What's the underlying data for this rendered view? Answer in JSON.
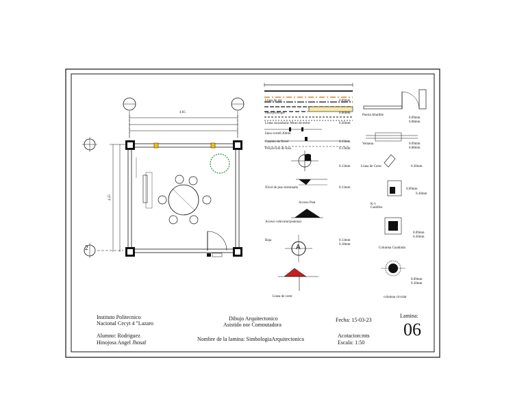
{
  "title_block": {
    "institute_line1": "Instituto Politecnico",
    "institute_line2": "Nacional Cecyt 4 \"Lazaro",
    "subject_line1": "Dibujo Arquitectonico",
    "subject_line2": "Asistido por Computadora",
    "date": "Fecha: 15-03-23",
    "sheet_label": "Lamina:",
    "sheet_number": "06",
    "student_label": "Alumno: Rodriguez",
    "student_name": "Hinojosa Angel Jhosaf",
    "sheet_name": "Nombre de la lamina: SimbologiaArquitectonica",
    "units": "Acotacion:mts",
    "scale": "Escala: 1:50"
  },
  "plan": {
    "axis_2": "2",
    "dim_top": "4.65",
    "dim_left": "4.25"
  },
  "legend": {
    "linea_eje": "Linea de eje",
    "linea_eje_val": "0.09mm",
    "linea_principal": "linea principal",
    "linea_principal_val": "0.60mm",
    "linea_secundaria": "Linea secundaria: Muro de terror",
    "linea_secundaria_val": "0.20mm",
    "linea_corte": "linea corte0.30mm",
    "cambio_nivel": "Cambio de Nivel",
    "cambio_nivel_val": "0.13mm",
    "proyeccion": "Proyeccion de losa",
    "proyeccion_val": "0.13mm",
    "dim_val_1": "0.13mm",
    "nivel_piso": "Nivel de piso terminado",
    "nivel_piso_val": "0.13mm",
    "acceso_peat": "Acceso Peat",
    "acceso_vp": "Acceso vehicular/peatonal",
    "bajar": "Baja",
    "bajar_val1": "0.13mm",
    "bajar_val2": "0.18mm",
    "circle_letter": "A",
    "linea_corte_label": "Linea de corte",
    "puerta": "Puerta Abatible",
    "puerta_val1": "0.09mm",
    "puerta_val2": "0.08mm",
    "ventana": "Ventana",
    "ventana_val1": "0.09mm",
    "ventana_val2": "0.08mm",
    "linea_corte2": "Linea de Corte",
    "linea_corte2_val": "0.30mm",
    "castillo": "K-1\nCastillos",
    "castillo_val1": "0.09mm",
    "castillo_val2": "0.30mm",
    "columna_cuad": "Columna Cuadrada",
    "columna_cuad_val1": "0.09mm",
    "columna_cuad_val2": "0.30mm",
    "columna_circ": "columna circular",
    "columna_circ_val1": "0.09mm",
    "columna_circ_val2": "0.30mm"
  }
}
